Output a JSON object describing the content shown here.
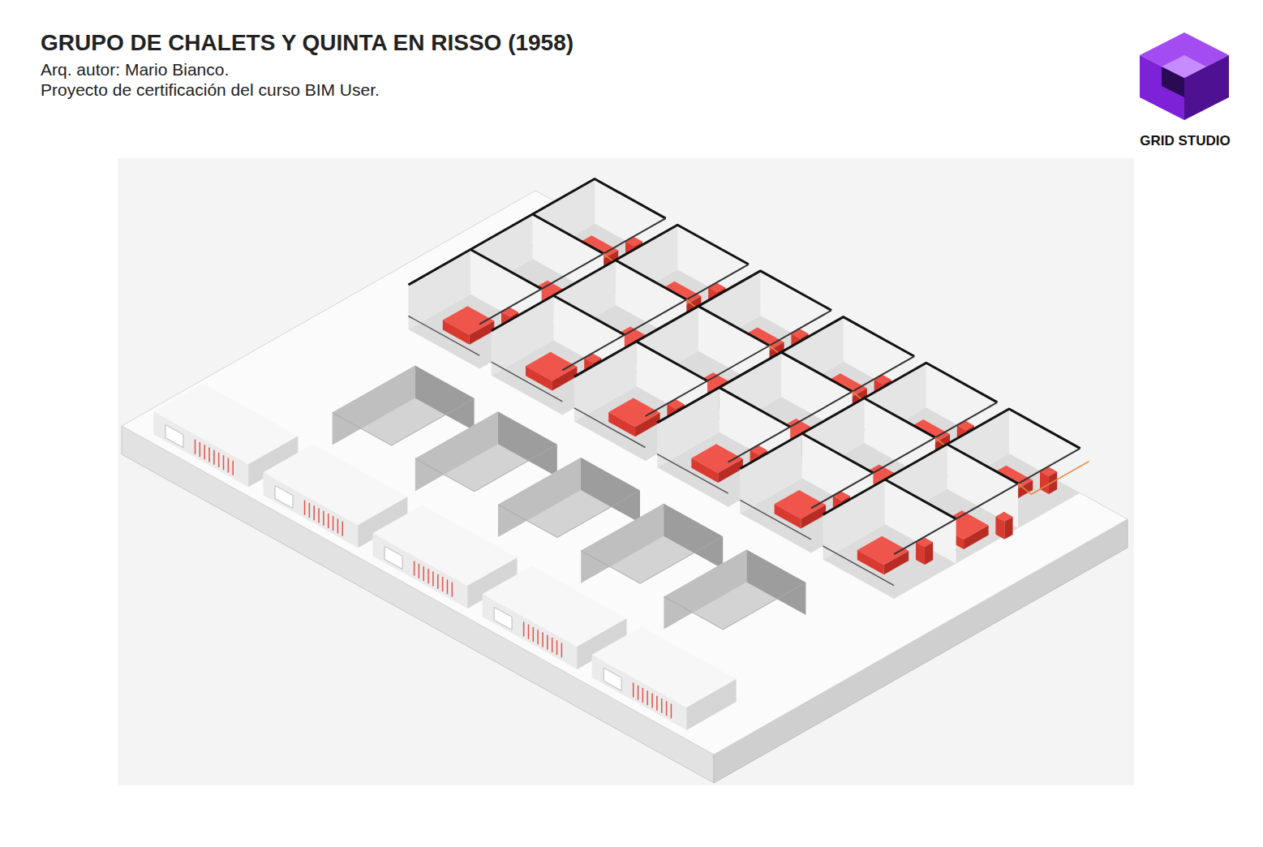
{
  "diagram": {
    "title": "GRUPO DE CHALETS Y QUINTA EN RISSO (1958)",
    "labels": [
      "Arq. autor: Mario Bianco.",
      "Proyecto de certificación del curso BIM User.",
      "GRID STUDIO"
    ]
  }
}
